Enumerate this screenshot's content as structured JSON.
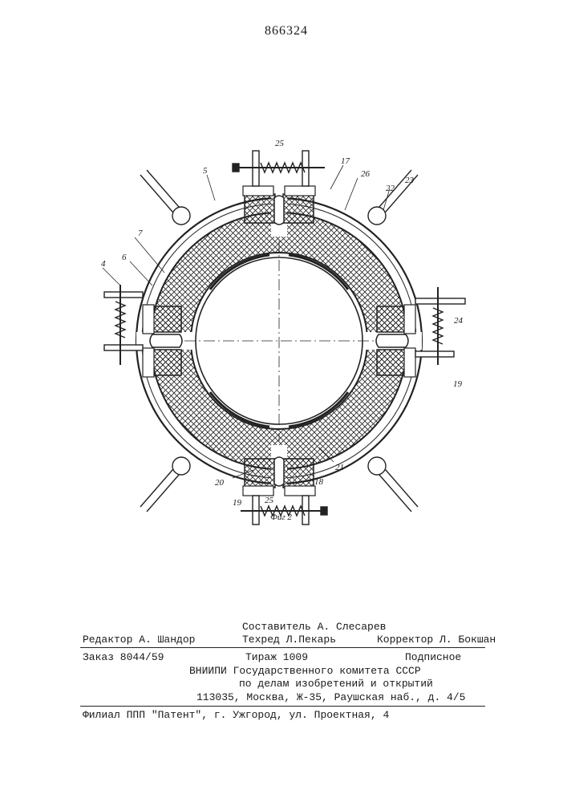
{
  "header": {
    "patent_number": "866324"
  },
  "figure": {
    "caption": "Фиг 2",
    "labels": {
      "l25a": "25",
      "l5": "5",
      "l17": "17",
      "l26": "26",
      "l23": "23",
      "l22": "22",
      "l7": "7",
      "l6": "6",
      "l4": "4",
      "l24": "24",
      "l19a": "19",
      "l21": "21",
      "l20": "20",
      "l18": "18",
      "l19b": "19",
      "l25b": "25"
    }
  },
  "imprint": {
    "compiler": "Составитель   А. Слесарев",
    "editor": "Редактор  А. Шандор",
    "tech_editor": "Техред Л.Пекарь",
    "corrector": "Корректор  Л. Бокшан",
    "order": "Заказ   8044/59",
    "print_run": "Тираж  1009",
    "subscription": "Подписное",
    "org_line1": "ВНИИПИ  Государственного комитета  СССР",
    "org_line2": "по делам изобретений и открытий",
    "address": "113035, Москва, Ж-35, Раушская наб., д. 4/5",
    "branch": "Филиал  ППП  \"Патент\", г. Ужгород, ул. Проектная, 4"
  }
}
